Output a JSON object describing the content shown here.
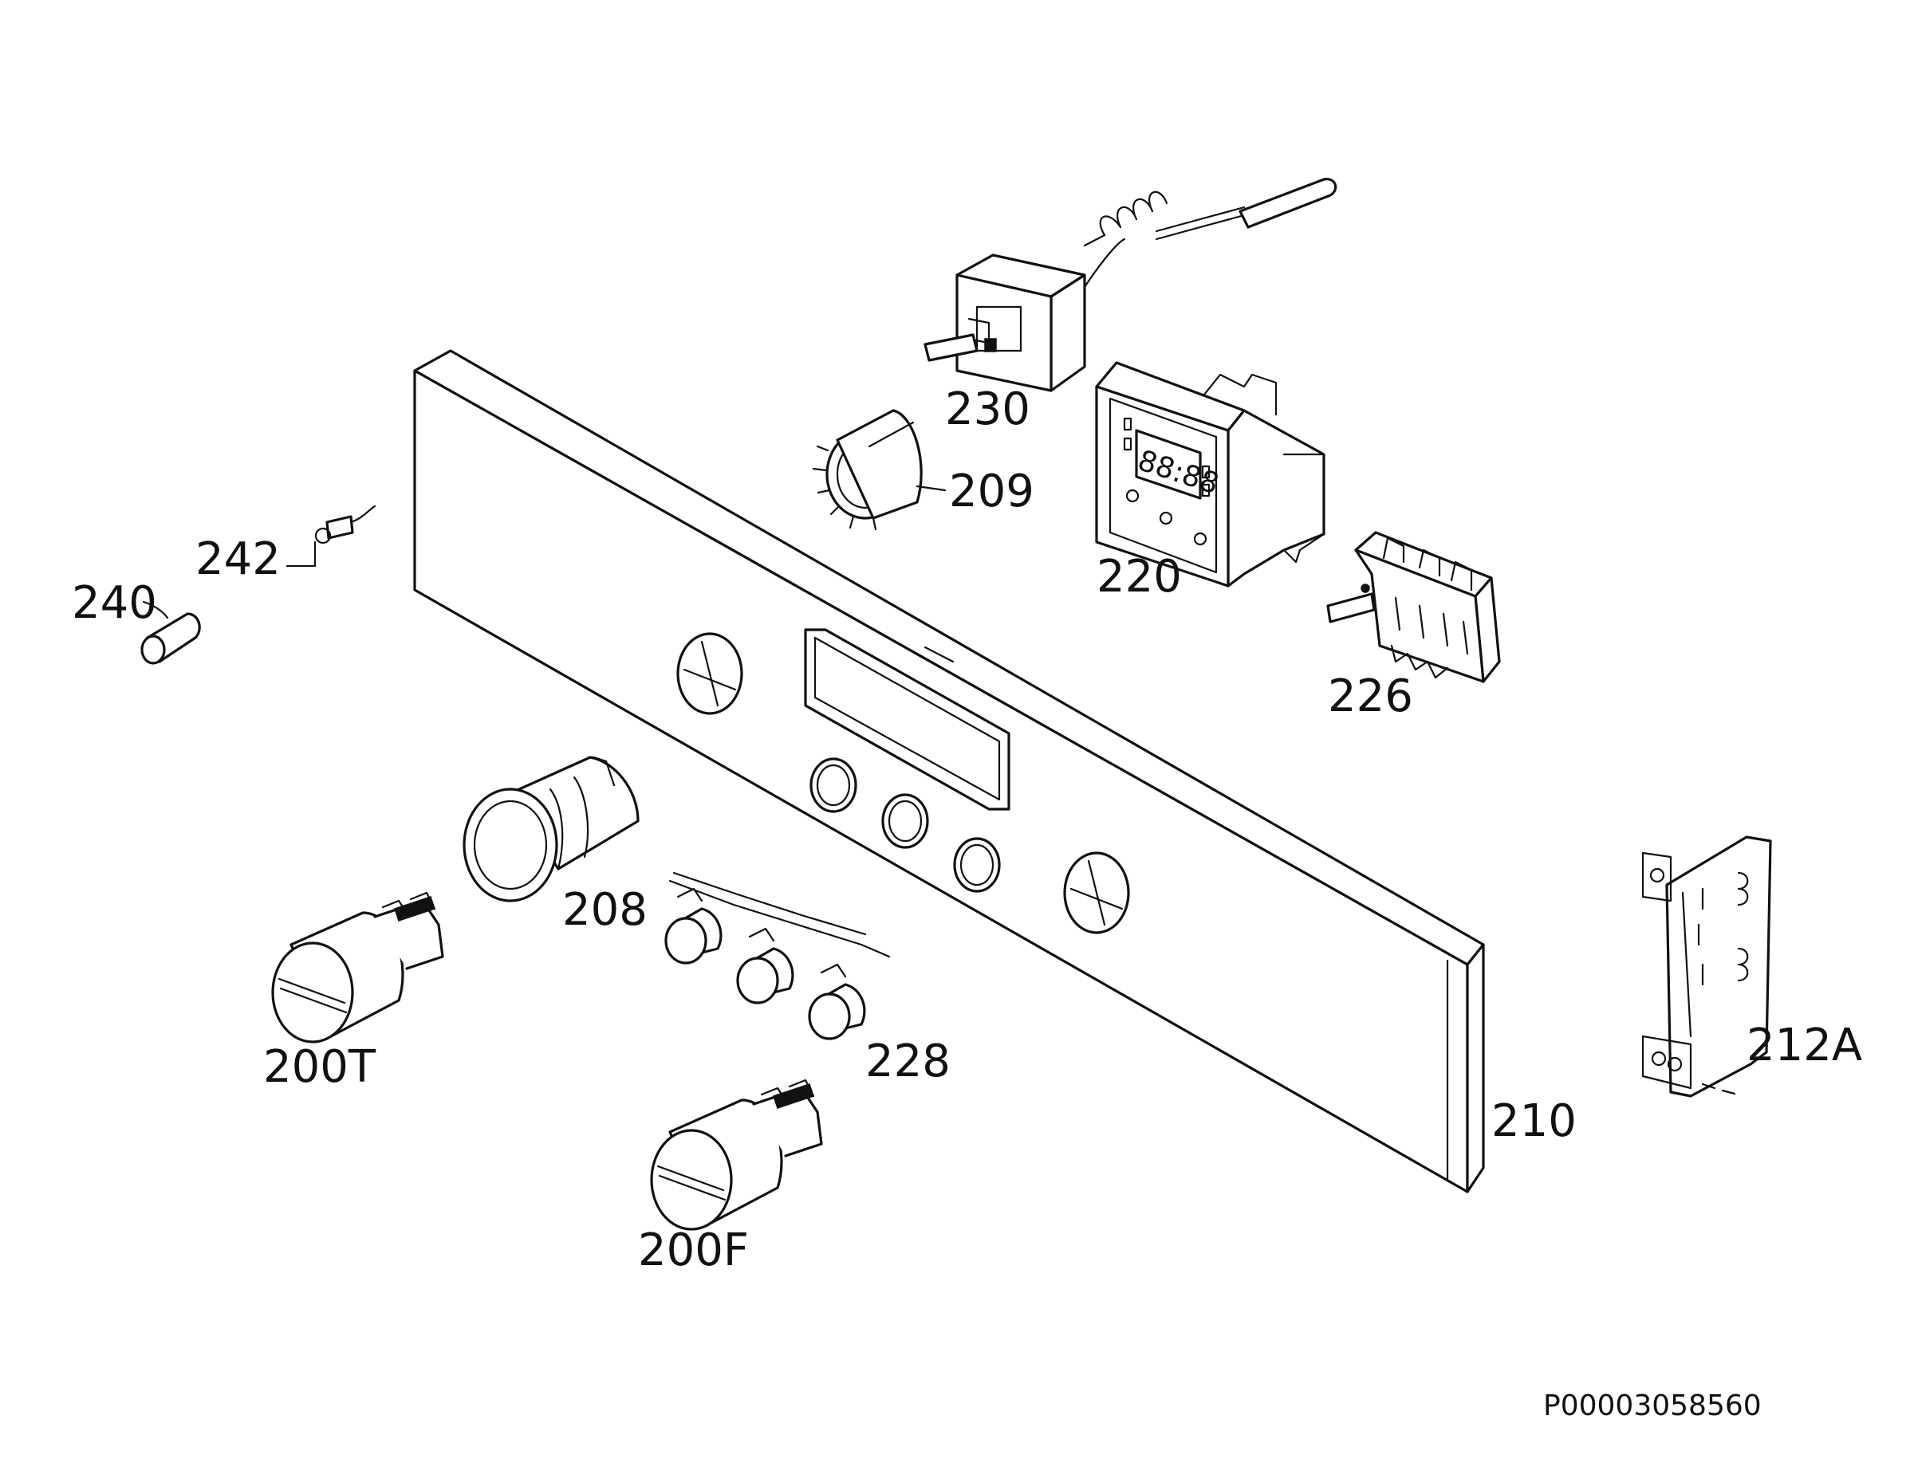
{
  "labels": {
    "l230": "230",
    "l209": "209",
    "l220": "220",
    "l226": "226",
    "l242": "242",
    "l240": "240",
    "l208": "208",
    "l200T": "200T",
    "l228": "228",
    "l200F": "200F",
    "l210": "210",
    "l212A": "212A"
  },
  "drawing_code": "P00003058560",
  "display_digits": "88:88",
  "colors": {
    "line": "#111111",
    "background": "#ffffff"
  }
}
